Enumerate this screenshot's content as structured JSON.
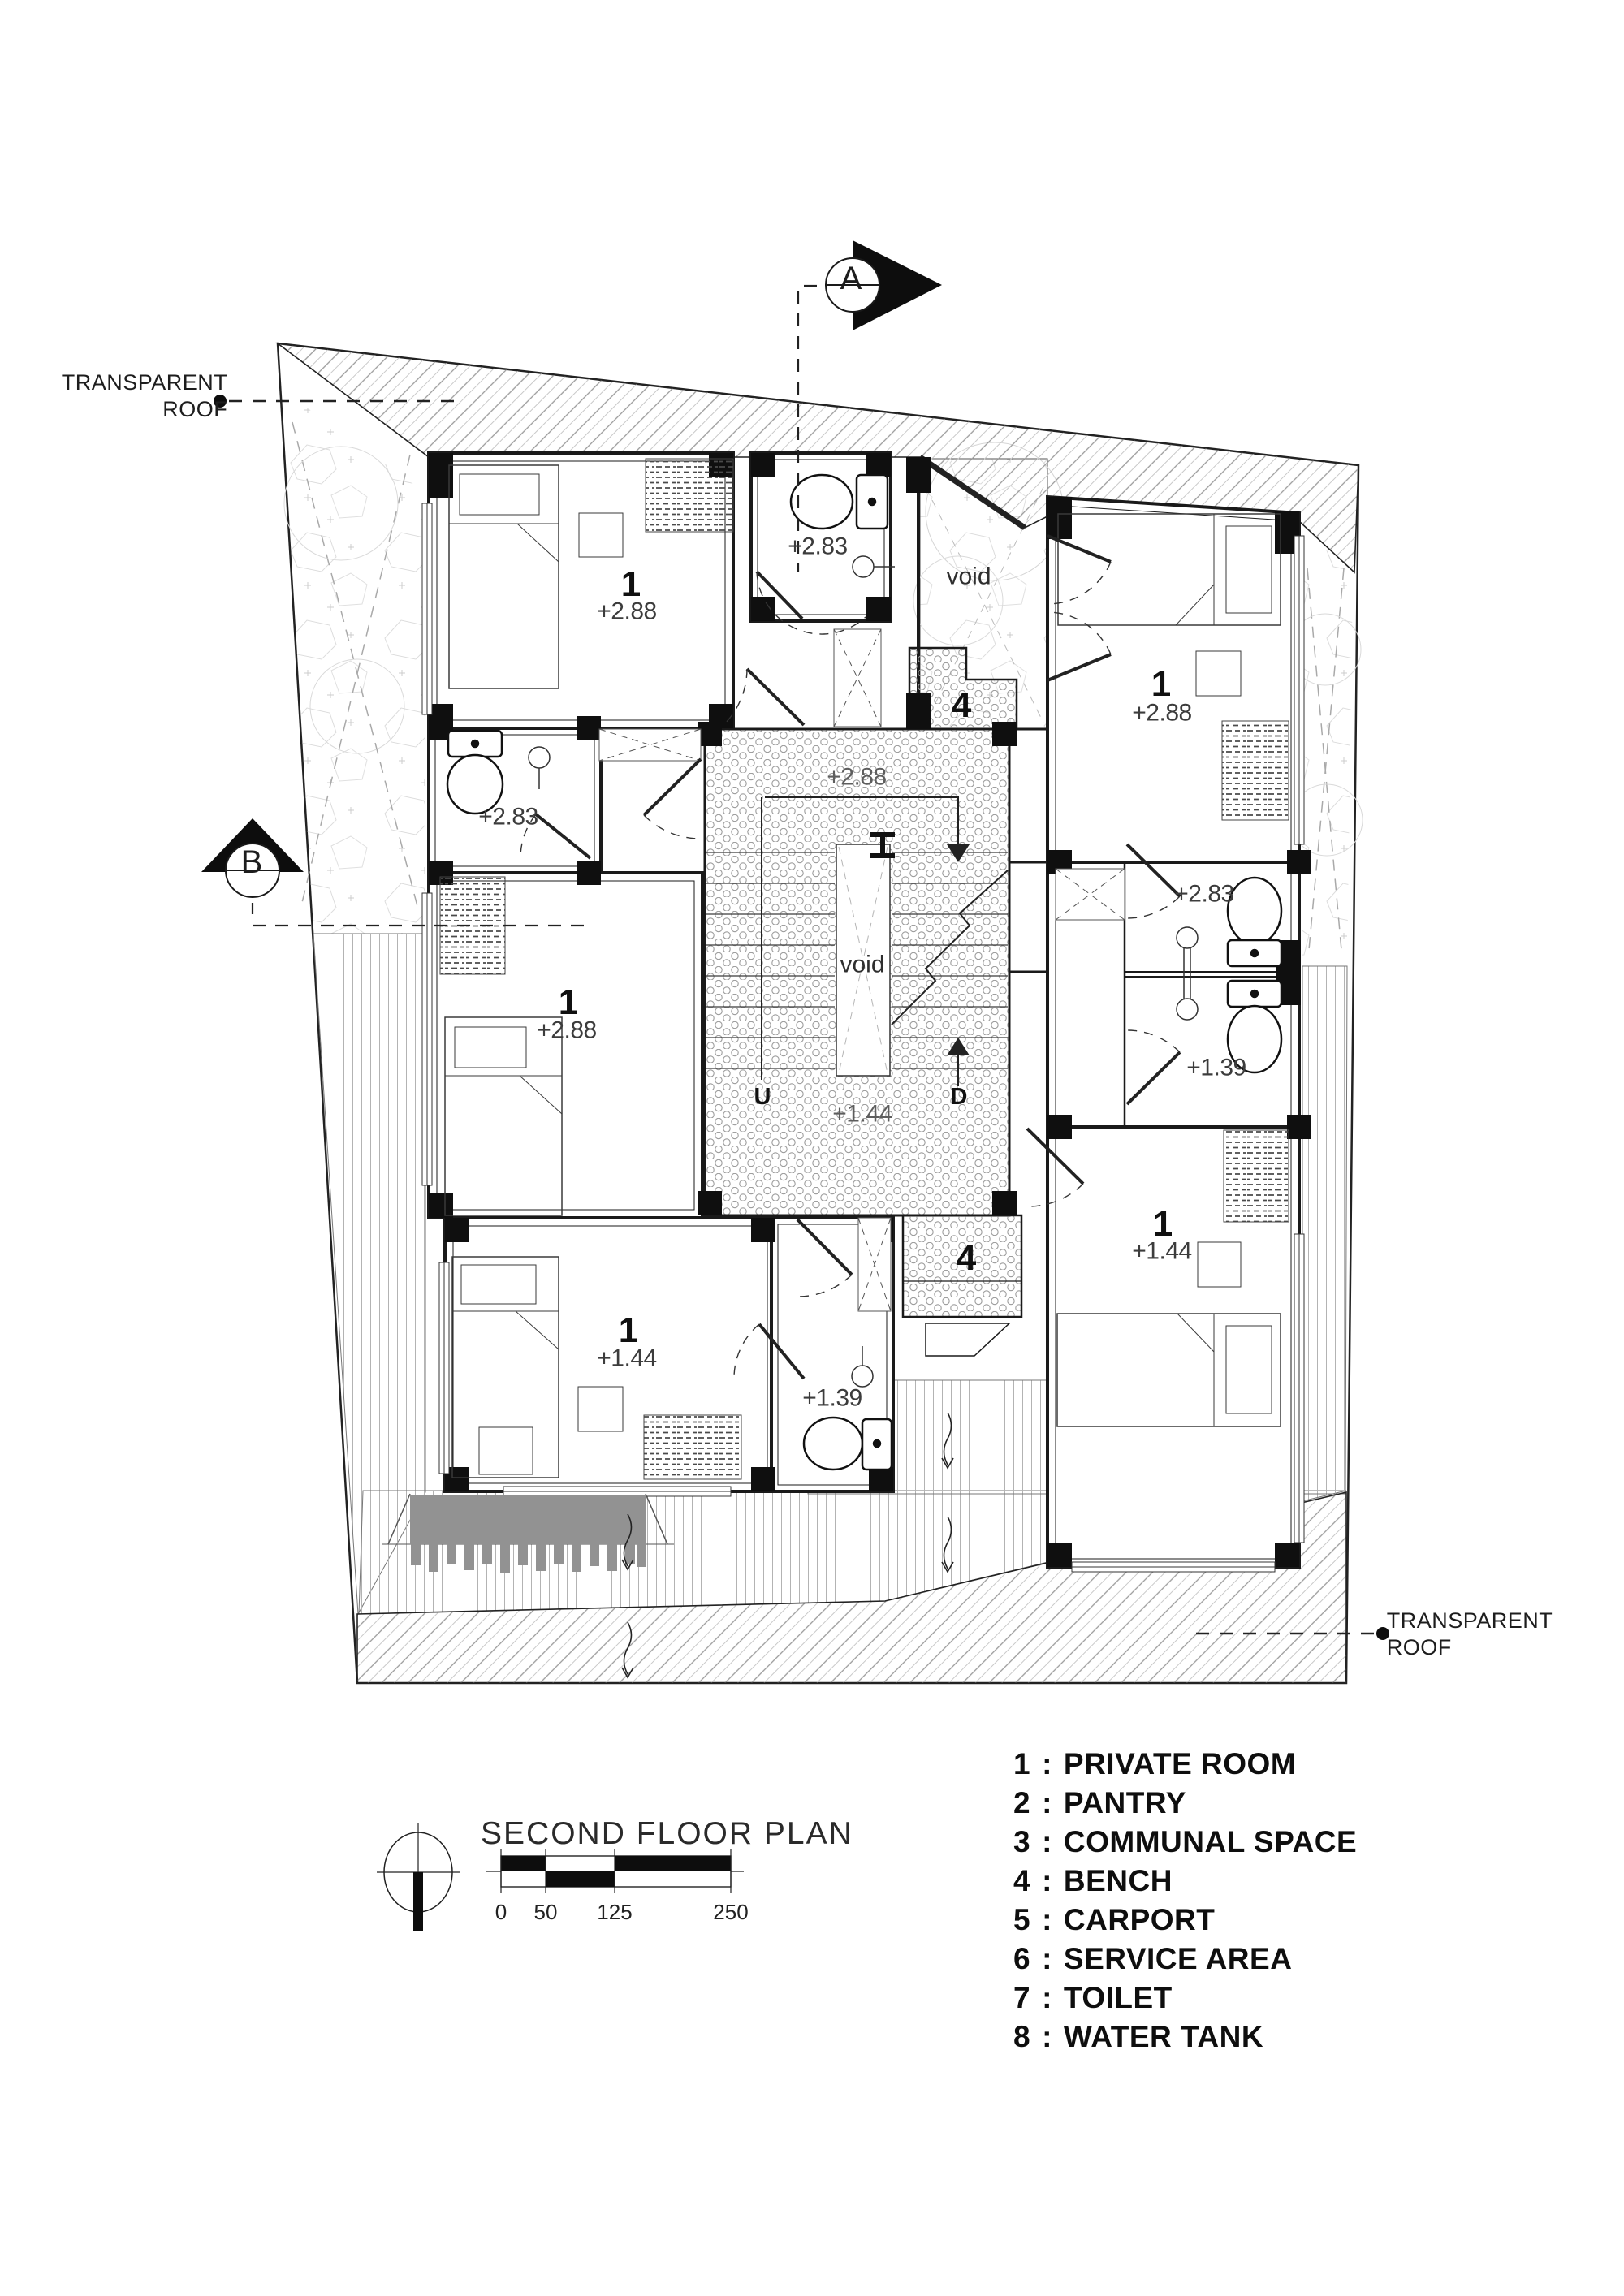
{
  "sheet": {
    "title": "SECOND FLOOR PLAN"
  },
  "annotations": {
    "transparent_roof": {
      "line1": "TRANSPARENT",
      "line2": "ROOF"
    },
    "void_top": "void",
    "void_stair": "void",
    "stair": {
      "up": "U",
      "down": "D"
    }
  },
  "sections": {
    "a": "A",
    "b": "B"
  },
  "rooms": {
    "tl": {
      "number": "1",
      "level": "+2.88"
    },
    "tr": {
      "number": "1",
      "level": "+2.88"
    },
    "left": {
      "number": "1",
      "level": "+2.88"
    },
    "bl": {
      "number": "1",
      "level": "+1.44"
    },
    "br": {
      "number": "1",
      "level": "+1.44"
    },
    "toilet_top": {
      "level": "+2.83"
    },
    "toilet_left": {
      "level": "+2.83"
    },
    "toilet_right_upper": {
      "level": "+2.83"
    },
    "toilet_right_lower": {
      "level": "+1.39"
    },
    "toilet_bottom": {
      "level": "+1.39"
    },
    "stair_upper": {
      "level": "+2.88"
    },
    "stair_lower": {
      "level": "+1.44"
    },
    "bench_top": {
      "number": "4"
    },
    "bench_bottom": {
      "number": "4"
    }
  },
  "scale_bar": {
    "ticks": [
      "0",
      "50",
      "125",
      "250"
    ]
  },
  "legend": {
    "separator": ":",
    "items": [
      {
        "num": "1",
        "name": "PRIVATE ROOM"
      },
      {
        "num": "2",
        "name": "PANTRY"
      },
      {
        "num": "3",
        "name": "COMMUNAL SPACE"
      },
      {
        "num": "4",
        "name": "BENCH"
      },
      {
        "num": "5",
        "name": "CARPORT"
      },
      {
        "num": "6",
        "name": "SERVICE AREA"
      },
      {
        "num": "7",
        "name": "TOILET"
      },
      {
        "num": "8",
        "name": "WATER TANK"
      }
    ]
  }
}
